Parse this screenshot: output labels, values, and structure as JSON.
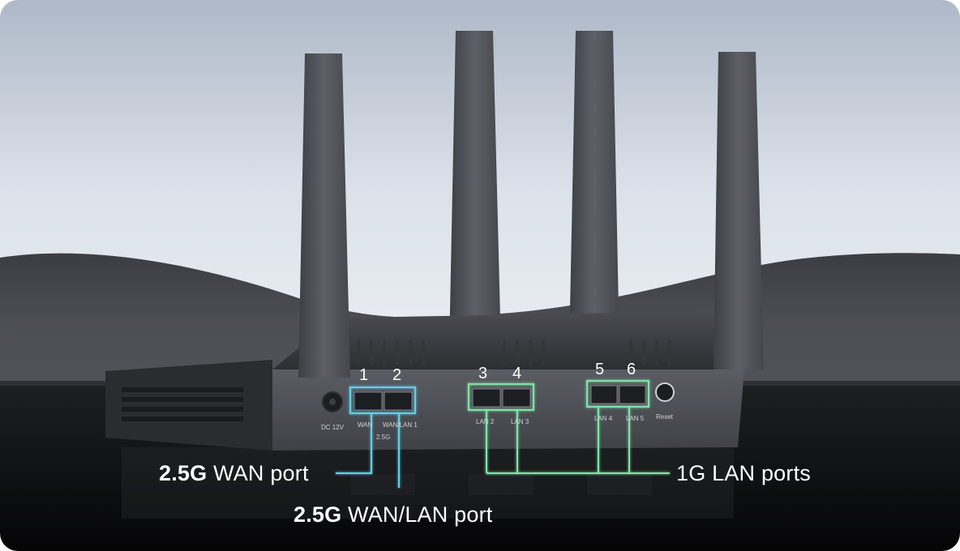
{
  "callouts": {
    "wan": {
      "bold": "2.5G",
      "text": " WAN port"
    },
    "wanlan": {
      "bold": "2.5G",
      "text": " WAN/LAN port"
    },
    "lan": {
      "text": "1G LAN ports"
    }
  },
  "port_numbers": [
    "1",
    "2",
    "3",
    "4",
    "5",
    "6"
  ],
  "panel_labels": {
    "dc": "DC 12V",
    "wan": "WAN",
    "wanlan": "WAN/LAN 1",
    "speed": "2.5G",
    "lan2": "LAN 2",
    "lan3": "LAN 3",
    "lan4": "LAN 4",
    "lan5": "LAN 5",
    "reset": "Reset"
  },
  "colors": {
    "wan_highlight": "#5fd0ea",
    "lan_highlight": "#7fe3a6",
    "router_body": "#505359"
  }
}
